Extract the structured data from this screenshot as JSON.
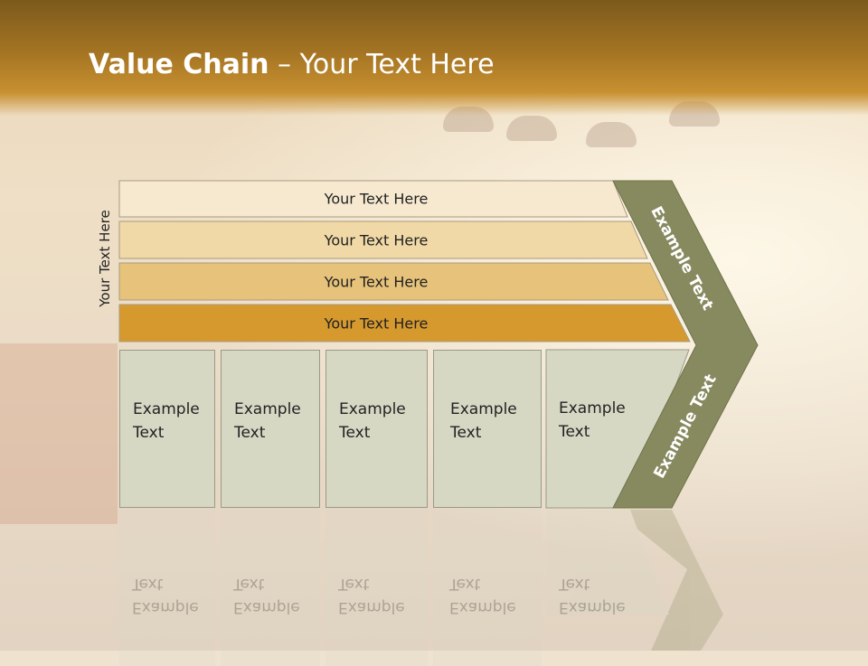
{
  "title": {
    "bold": "Value Chain",
    "rest": " – Your Text Here"
  },
  "vertical_label": "Your Text Here",
  "bands": [
    {
      "label": "Your Text Here"
    },
    {
      "label": "Your Text Here"
    },
    {
      "label": "Your Text Here"
    },
    {
      "label": "Your Text Here"
    }
  ],
  "boxes": [
    {
      "line1": "Example",
      "line2": "Text"
    },
    {
      "line1": "Example",
      "line2": "Text"
    },
    {
      "line1": "Example",
      "line2": "Text"
    },
    {
      "line1": "Example",
      "line2": "Text"
    },
    {
      "line1": "Example",
      "line2": "Text"
    }
  ],
  "chevron": {
    "upper": "Example Text",
    "lower": "Example Text"
  },
  "colors": {
    "header": "#a47423",
    "band1": "#f6e9d0",
    "band2": "#f0d9a6",
    "band3": "#e7c27a",
    "band4": "#d6992e",
    "box": "#d6d8c4",
    "chevron": "#878a5f"
  }
}
